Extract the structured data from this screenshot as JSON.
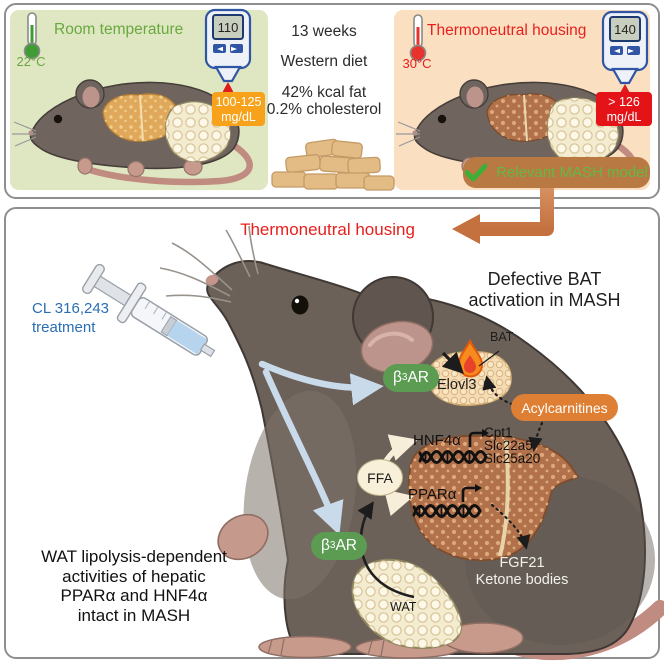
{
  "top": {
    "room_panel": {
      "title": "Room temperature",
      "temperature": "22°C",
      "meter_value": "110",
      "badge_line1": "100-125",
      "badge_line2": "mg/dL"
    },
    "diet": {
      "line1": "13 weeks",
      "line2": "Western diet",
      "line3": "42% kcal fat",
      "line4": "0.2% cholesterol"
    },
    "thermo_panel": {
      "title": "Thermoneutral housing",
      "temperature": "30°C",
      "meter_value": "140",
      "badge_line1": "> 126",
      "badge_line2": "mg/dL",
      "banner": "Relevant MASH model"
    }
  },
  "bottom": {
    "title": "Thermoneutral housing",
    "treatment": {
      "line1": "CL 316,243",
      "line2": "treatment"
    },
    "defective": {
      "line1": "Defective BAT",
      "line2": "activation in MASH"
    },
    "bat_label": "BAT",
    "elovl3": "Elovl3",
    "elovl3_arrow": "↓",
    "acylcarnitines": "Acylcarnitines",
    "receptor": {
      "pre": "β",
      "sub": "3",
      "post": "AR"
    },
    "hnf4a": "HNF4α",
    "genes": {
      "g1": "Cpt1",
      "g2": "Slc22a5",
      "g3": "Slc25a20"
    },
    "ppara": "PPARα",
    "ffa": "FFA",
    "outputs": {
      "line1": "FGF21",
      "line2": "Ketone bodies"
    },
    "wat_label": "WAT",
    "conclusion": {
      "line1": "WAT lipolysis-dependent",
      "line2": "activities of hepatic",
      "line3": "PPARα and HNF4α",
      "line4": "intact in MASH"
    }
  },
  "colors": {
    "green_text": "#69a83f",
    "red_text": "#e8201d",
    "blue_text": "#2a6db5",
    "orange_badge": "#f7a21a",
    "red_badge": "#e31318",
    "banner_bg": "#b87943",
    "banner_text": "#62b944",
    "arrow_orange": "#cd7c45",
    "receptor_green": "#5b9b52",
    "acylcarnitine_orange": "#df7f33"
  }
}
